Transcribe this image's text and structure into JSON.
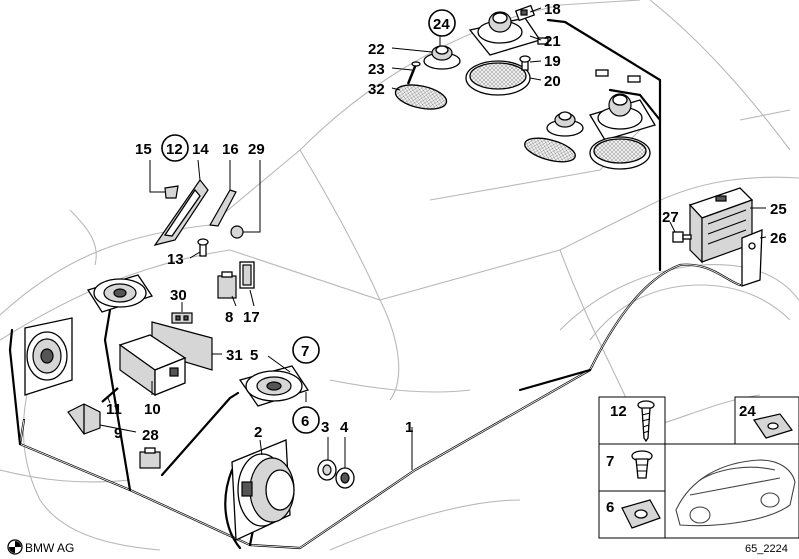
{
  "labels": {
    "l1": "1",
    "l2": "2",
    "l3": "3",
    "l4": "4",
    "l5": "5",
    "l6": "6",
    "l7": "7",
    "l8": "8",
    "l9": "9",
    "l10": "10",
    "l11": "11",
    "l12": "12",
    "l13": "13",
    "l14": "14",
    "l15": "15",
    "l16": "16",
    "l17": "17",
    "l18": "18",
    "l19": "19",
    "l20": "20",
    "l21": "21",
    "l22": "22",
    "l23": "23",
    "l24": "24",
    "l25": "25",
    "l26": "26",
    "l27": "27",
    "l28": "28",
    "l29": "29",
    "l30": "30",
    "l31": "31",
    "l32": "32"
  },
  "legend": {
    "b12": "12",
    "b24": "24",
    "b7": "7",
    "b6": "6"
  },
  "footer": {
    "brand": "BMW AG",
    "code": "65_2224"
  }
}
